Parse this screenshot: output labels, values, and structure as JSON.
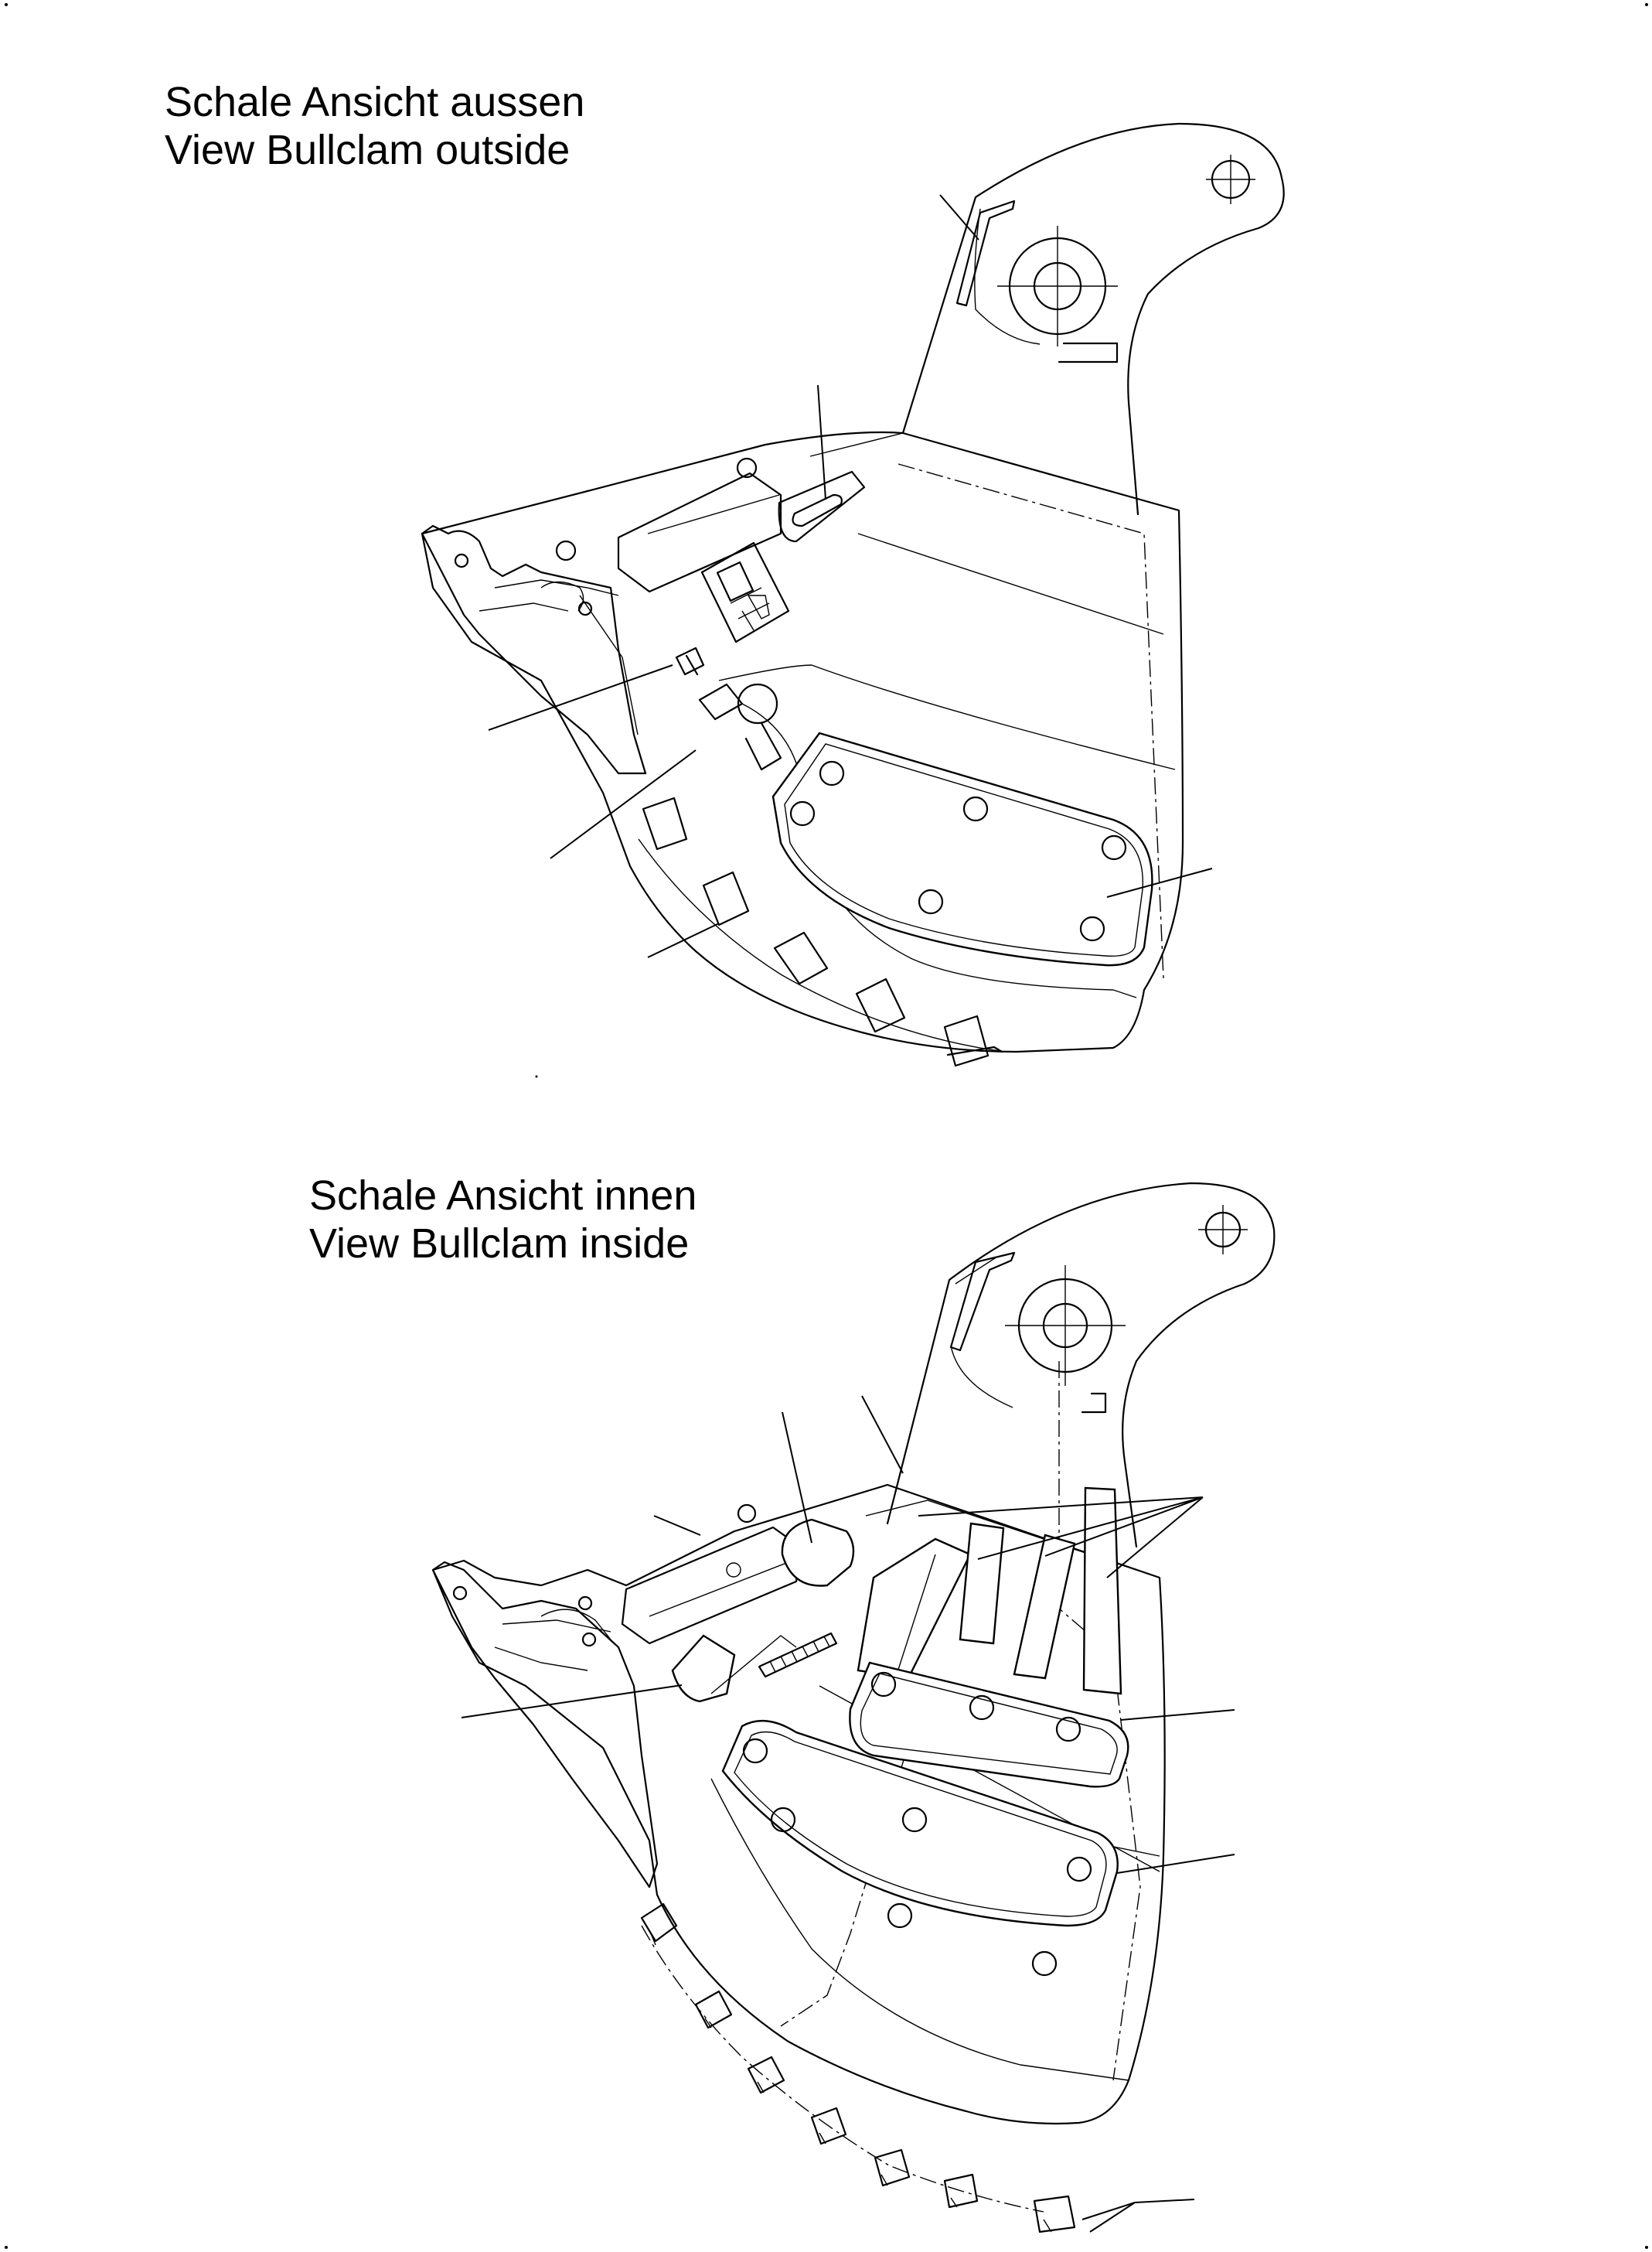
{
  "views": [
    {
      "id": "outside",
      "caption_de": "Schale Ansicht aussen",
      "caption_en": "View Bullclam outside"
    },
    {
      "id": "inside",
      "caption_de": "Schale Ansicht innen",
      "caption_en": "View Bullclam inside"
    }
  ]
}
